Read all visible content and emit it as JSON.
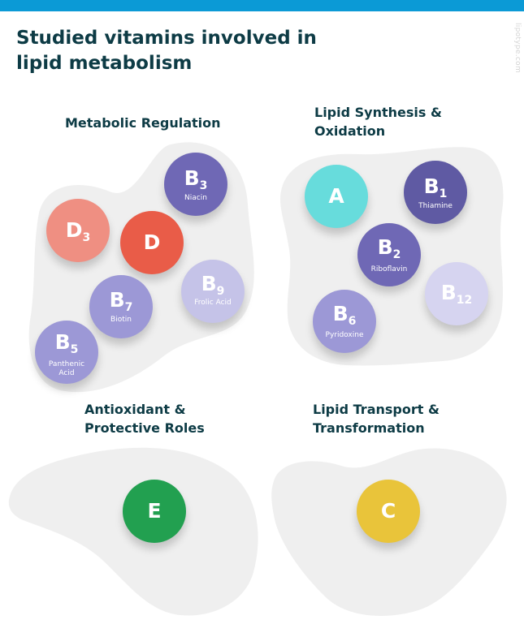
{
  "title": "Studied vitamins involved in lipid metabolism",
  "watermark": "lipotype.com",
  "colors": {
    "top_bar": "#0b9ad6",
    "heading": "#0d3b45",
    "blob": "#efefef",
    "purple_light": "#c5c3e8",
    "purple_mid": "#9c98d6",
    "purple_dark": "#6f68b5",
    "purple_darkest": "#5f5aa3",
    "coral": "#ef8f82",
    "red": "#e95c48",
    "cyan": "#67dcdc",
    "green": "#22a050",
    "yellow": "#e9c43a"
  },
  "sections": {
    "metabolic": {
      "title": "Metabolic Regulation",
      "vitamins": {
        "b3": {
          "letter": "B",
          "sub": "3",
          "name": "Niacin",
          "color": "#6f68b5"
        },
        "d3": {
          "letter": "D",
          "sub": "3",
          "name": "",
          "color": "#ef8f82"
        },
        "d": {
          "letter": "D",
          "sub": "",
          "name": "",
          "color": "#e95c48"
        },
        "b9": {
          "letter": "B",
          "sub": "9",
          "name": "Frolic Acid",
          "color": "#c5c3e8"
        },
        "b7": {
          "letter": "B",
          "sub": "7",
          "name": "Biotin",
          "color": "#9c98d6"
        },
        "b5": {
          "letter": "B",
          "sub": "5",
          "name": "Panthenic Acid",
          "color": "#9c98d6"
        }
      }
    },
    "synthesis": {
      "title": "Lipid Synthesis & Oxidation",
      "vitamins": {
        "a": {
          "letter": "A",
          "sub": "",
          "name": "",
          "color": "#67dcdc"
        },
        "b1": {
          "letter": "B",
          "sub": "1",
          "name": "Thiamine",
          "color": "#5f5aa3"
        },
        "b2": {
          "letter": "B",
          "sub": "2",
          "name": "Riboflavin",
          "color": "#6f68b5"
        },
        "b12": {
          "letter": "B",
          "sub": "12",
          "name": "",
          "color": "#d6d4f0"
        },
        "b6": {
          "letter": "B",
          "sub": "6",
          "name": "Pyridoxine",
          "color": "#9c98d6"
        }
      }
    },
    "antioxidant": {
      "title": "Antioxidant & Protective Roles",
      "vitamins": {
        "e": {
          "letter": "E",
          "sub": "",
          "name": "",
          "color": "#22a050"
        }
      }
    },
    "transport": {
      "title": "Lipid Transport & Transformation",
      "vitamins": {
        "c": {
          "letter": "C",
          "sub": "",
          "name": "",
          "color": "#e9c43a"
        }
      }
    }
  }
}
